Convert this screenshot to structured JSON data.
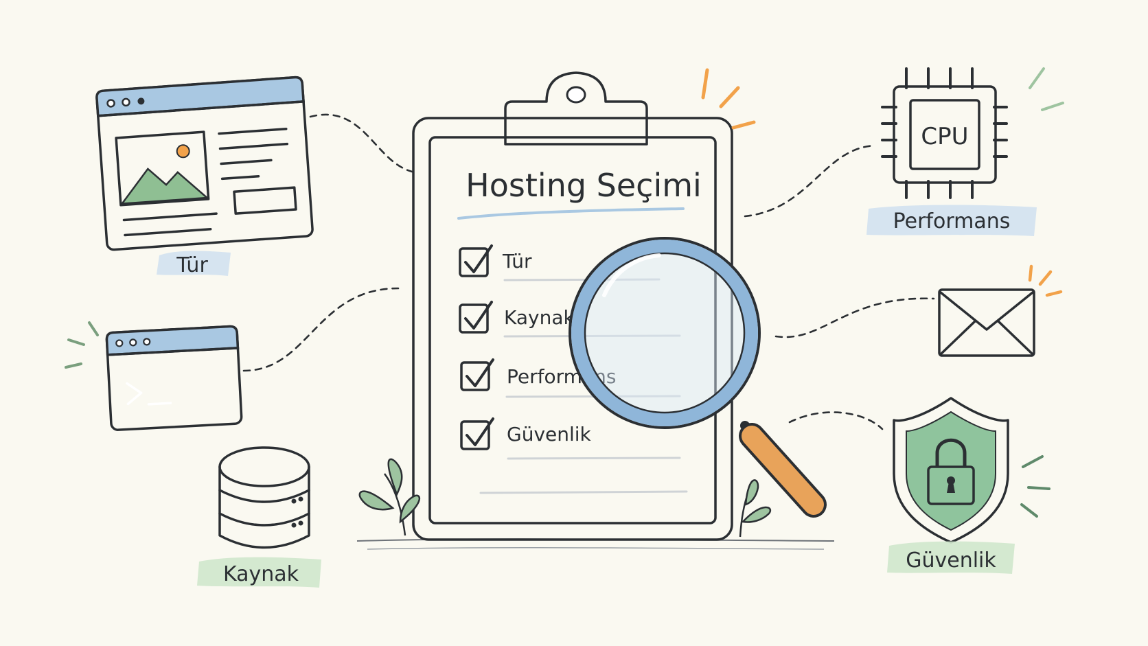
{
  "clipboard": {
    "title": "Hosting Seçimi",
    "items": [
      {
        "label": "Tür",
        "checked": true
      },
      {
        "label": "Kaynak",
        "checked": true
      },
      {
        "label": "Performans",
        "checked": true
      },
      {
        "label": "Güvenlik",
        "checked": true
      }
    ]
  },
  "nodes": {
    "website": {
      "label": "Tür"
    },
    "database": {
      "label": "Kaynak"
    },
    "cpu": {
      "label": "Performans",
      "chip_text": "CPU"
    },
    "shield": {
      "label": "Güvenlik"
    }
  },
  "colors": {
    "background": "#faf9f1",
    "ink": "#2b2f33",
    "blue": "#a9c8e2",
    "green": "#b8dcb6",
    "orange": "#f2a24a",
    "handle": "#e8a35a"
  },
  "icons": [
    "website-window-icon",
    "terminal-icon",
    "database-icon",
    "cpu-chip-icon",
    "envelope-icon",
    "shield-lock-icon",
    "magnifier-icon",
    "clipboard-icon"
  ]
}
